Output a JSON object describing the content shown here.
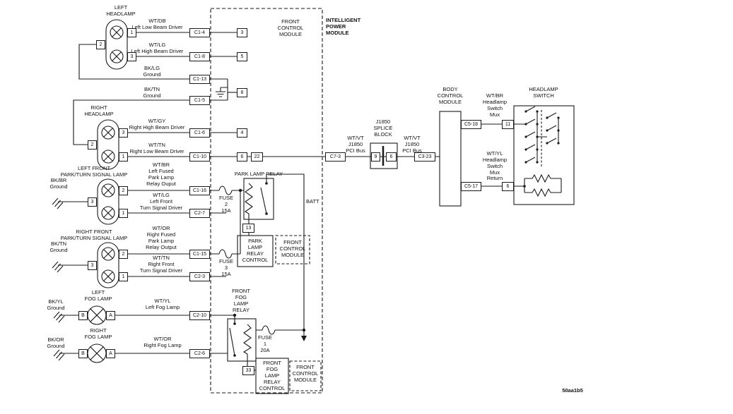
{
  "colors": {
    "ink": "#1a1a1a",
    "background": "#ffffff"
  },
  "components": {
    "left_headlamp": "LEFT\nHEADLAMP",
    "right_headlamp": "RIGHT\nHEADLAMP",
    "left_park_lamp": "LEFT FRONT\nPARK/TURN SIGNAL LAMP",
    "right_park_lamp": "RIGHT FRONT\nPARK/TURN SIGNAL LAMP",
    "left_fog_lamp": "LEFT\nFOG LAMP",
    "right_fog_lamp": "RIGHT\nFOG LAMP",
    "front_control_module": "FRONT\nCONTROL\nMODULE",
    "intelligent_power_module": "INTELLIGENT\nPOWER\nMODULE",
    "park_lamp_relay": "PARK LAMP RELAY",
    "front_fog_lamp_relay": "FRONT\nFOG\nLAMP\nRELAY",
    "park_lamp_relay_control": "PARK\nLAMP\nRELAY\nCONTROL",
    "fog_lamp_relay_control": "FRONT\nFOG\nLAMP\nRELAY\nCONTROL",
    "fcm_park": "FRONT\nCONTROL\nMODULE",
    "fcm_fog": "FRONT\nCONTROL\nMODULE",
    "splice_block": "J1850\nSPLICE\nBLOCK",
    "body_control_module": "BODY\nCONTROL\nMODULE",
    "headlamp_switch": "HEADLAMP\nSWITCH",
    "batt": "BATT",
    "fuse2": "FUSE\n2\n15A",
    "fuse3": "FUSE\n3\n15A",
    "fuse1": "FUSE\n1\n20A"
  },
  "wires": {
    "left_low_beam": {
      "code": "WT/DB",
      "desc": "Left Low Beam Driver"
    },
    "left_high_beam": {
      "code": "WT/LG",
      "desc": "Left High Beam Driver"
    },
    "ground_bklg": {
      "code": "BK/LG",
      "desc": "Ground"
    },
    "ground_bktn": {
      "code": "BK/TN",
      "desc": "Ground"
    },
    "right_high_beam": {
      "code": "WT/GY",
      "desc": "Right High Beam Driver"
    },
    "right_low_beam": {
      "code": "WT/TN",
      "desc": "Right Low Beam Driver"
    },
    "left_fused_park": {
      "code": "WT/BR",
      "desc": "Left Fused\nPark Lamp\nRelay Ouput"
    },
    "left_turn": {
      "code": "WT/LG",
      "desc": "Left Front\nTurn Signal Driver"
    },
    "ground_bkbr": {
      "code": "BK/BR",
      "desc": "Ground"
    },
    "right_fused_park": {
      "code": "WT/OR",
      "desc": "Right Fused\nPark Lamp\nRelay Output"
    },
    "right_turn": {
      "code": "WT/TN",
      "desc": "Right Front\nTurn Signal Driver"
    },
    "ground_bktn2": {
      "code": "BK/TN",
      "desc": "Ground"
    },
    "left_fog": {
      "code": "WT/YL",
      "desc": "Left Fog Lamp"
    },
    "ground_bkyl": {
      "code": "BK/YL",
      "desc": "Ground"
    },
    "right_fog": {
      "code": "WT/OR",
      "desc": "Right Fog Lamp"
    },
    "ground_bkor": {
      "code": "BK/OR",
      "desc": "Ground"
    },
    "pci_left": {
      "code": "WT/VT",
      "desc": "J1850\nPCI Bus"
    },
    "pci_right": {
      "code": "WT/VT",
      "desc": "J1850\nPCI Bus"
    },
    "hs_mux": {
      "code": "WT/BR",
      "desc": "Headlamp\nSwitch\nMux"
    },
    "hs_mux_return": {
      "code": "WT/YL",
      "desc": "Headlamp\nSwitch\nMux\nReturn"
    }
  },
  "connectors": {
    "c1_4": "C1-4",
    "c1_8": "C1-8",
    "c1_13": "C1-13",
    "c1_5": "C1-5",
    "c1_6": "C1-6",
    "c1_10": "C1-10",
    "c1_16": "C1-16",
    "c2_7": "C2-7",
    "c1_15": "C1-15",
    "c2_3": "C2-3",
    "c2_10": "C2-10",
    "c2_6": "C2-6",
    "c7_3": "C7-3",
    "c3_23": "C3-23",
    "c5_18": "C5-18",
    "c5_17": "C5-17"
  },
  "pins": {
    "lh_1": "1",
    "lh_3": "3",
    "lh_2": "2",
    "rh_3": "3",
    "rh_1": "1",
    "rh_2": "2",
    "lp_2": "2",
    "lp_1": "1",
    "lp_3": "3",
    "rp_2": "2",
    "rp_1": "1",
    "rp_3": "3",
    "lf_b": "B",
    "lf_a": "A",
    "rf_b": "B",
    "rf_a": "A",
    "ipm_3": "3",
    "ipm_5": "5",
    "ipm_8": "8",
    "ipm_4": "4",
    "ipm_6": "6",
    "ipm_22": "22",
    "fcm_13": "13",
    "fcm_33": "33",
    "sp_9": "9",
    "sp_6": "6",
    "hs_11": "11",
    "hs_6": "6"
  },
  "footer": {
    "part_number": "50aa1b5"
  }
}
